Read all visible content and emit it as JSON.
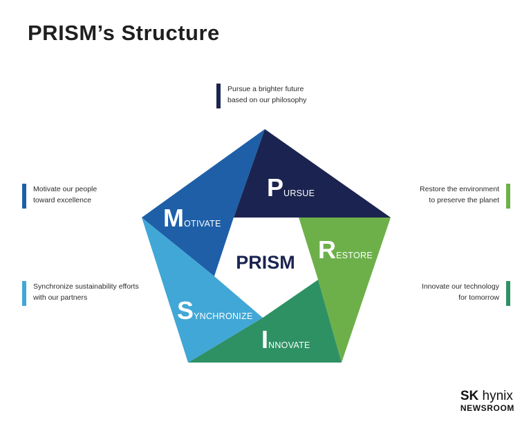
{
  "title": "PRISM’s  Structure",
  "center_label": "PRISM",
  "segments": [
    {
      "key": "pursue",
      "initial": "P",
      "rest": "URSUE",
      "color": "#1b2450"
    },
    {
      "key": "restore",
      "initial": "R",
      "rest": "ESTORE",
      "color": "#6db04a"
    },
    {
      "key": "innovate",
      "initial": "I",
      "rest": "NNOVATE",
      "color": "#2e9164"
    },
    {
      "key": "synchronize",
      "initial": "S",
      "rest": "YNCHRONIZE",
      "color": "#41a7d6"
    },
    {
      "key": "motivate",
      "initial": "M",
      "rest": "OTIVATE",
      "color": "#1e5fa8"
    }
  ],
  "callouts": {
    "pursue": {
      "lines": [
        "Pursue a brighter future",
        "based on our philosophy"
      ],
      "color": "#1b2450"
    },
    "motivate": {
      "lines": [
        "Motivate our people",
        "toward excellence"
      ],
      "color": "#1e5fa8"
    },
    "synchronize": {
      "lines": [
        "Synchronize sustainability efforts",
        "with our partners"
      ],
      "color": "#41a7d6"
    },
    "restore": {
      "lines": [
        "Restore the environment",
        "to preserve the planet"
      ],
      "color": "#6db04a"
    },
    "innovate": {
      "lines": [
        "Innovate our technology",
        "for tomorrow"
      ],
      "color": "#2e9164"
    }
  },
  "brand": {
    "sk": "SK",
    "hynix": "hynix",
    "newsroom": "NEWSROOM"
  }
}
